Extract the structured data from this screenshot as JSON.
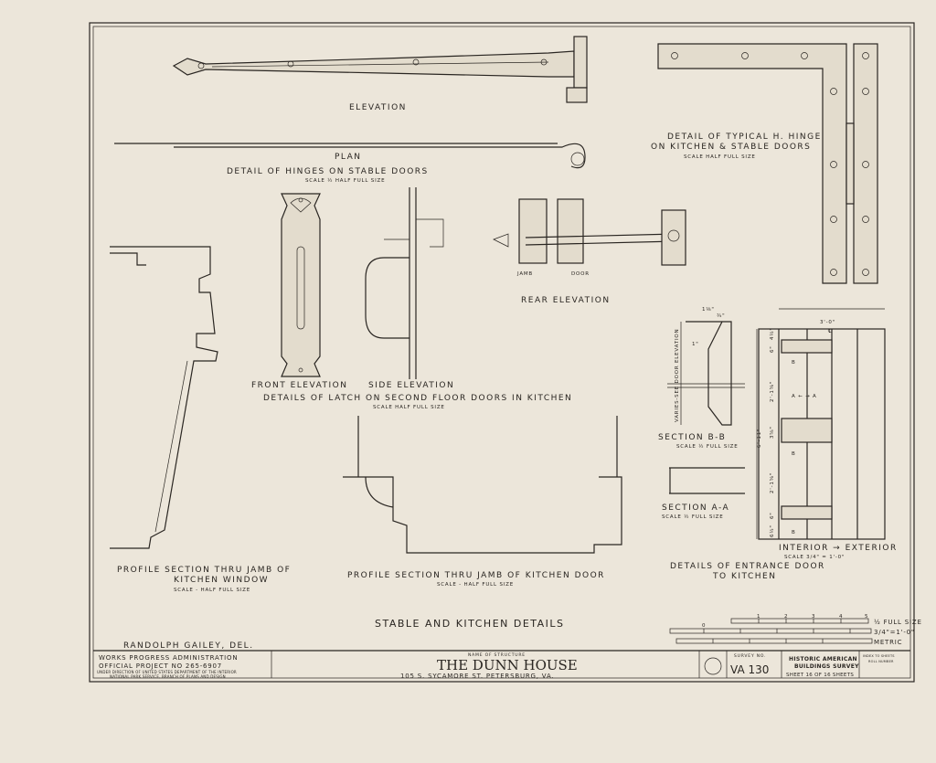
{
  "hinge_stable": {
    "elevation": "ELEVATION",
    "plan": "PLAN",
    "title": "DETAIL OF HINGES ON STABLE DOORS",
    "scale": "SCALE ½ HALF FULL SIZE"
  },
  "h_hinge": {
    "title1": "DETAIL OF TYPICAL H. HINGE",
    "title2": "ON KITCHEN & STABLE DOORS",
    "scale": "SCALE HALF FULL SIZE"
  },
  "latch": {
    "front": "FRONT ELEVATION",
    "side": "SIDE ELEVATION",
    "title": "DETAILS OF LATCH ON SECOND FLOOR DOORS IN KITCHEN",
    "scale": "SCALE HALF FULL SIZE",
    "jamb": "JAMB",
    "door": "DOOR",
    "rear": "REAR ELEVATION"
  },
  "entrance_door": {
    "section_bb": "SECTION B-B",
    "section_bb_scale": "SCALE ½ FULL SIZE",
    "section_aa": "SECTION A-A",
    "section_aa_scale": "SCALE ½ FULL SIZE",
    "varies": "VARIES-SEE DOOR ELEVATION",
    "dim_width": "3'-0\"",
    "dim_height": "6'-11\"",
    "dim_1_1_8": "1⅛\"",
    "dim_3_4": "¾\"",
    "dim_1": "1\"",
    "dims_vertical": [
      "4½\"",
      "6\"",
      "2'-1⅝\"",
      "3⅝\"",
      "2'-1⅝\"",
      "6\"",
      "6½\""
    ],
    "cl": "℄",
    "aa_marker": "A ←  → A",
    "b_marker": "B",
    "interior_exterior": "INTERIOR → EXTERIOR",
    "scale": "SCALE 3/4\" = 1'-0\"",
    "title1": "DETAILS OF ENTRANCE DOOR",
    "title2": "TO KITCHEN"
  },
  "window_profile": {
    "title1": "PROFILE SECTION THRU JAMB OF",
    "title2": "KITCHEN WINDOW",
    "scale": "SCALE - HALF FULL SIZE"
  },
  "door_profile": {
    "title": "PROFILE SECTION THRU JAMB OF KITCHEN DOOR",
    "scale": "SCALE - HALF FULL SIZE"
  },
  "sheet_title": "STABLE AND KITCHEN DETAILS",
  "delineator": "RANDOLPH GAILEY, DEL.",
  "scales": {
    "half_full": "½ FULL SIZE",
    "three_quarter": "3/4\"=1'-0\"",
    "metric": "METRIC",
    "ticks": [
      "0",
      "1",
      "2",
      "3",
      "4",
      "5"
    ]
  },
  "title_block": {
    "wpa1": "WORKS PROGRESS ADMINISTRATION",
    "wpa2": "OFFICIAL PROJECT NO 265-6907",
    "wpa3": "UNDER DIRECTION OF UNITED STATES DEPARTMENT OF THE INTERIOR",
    "wpa4": "NATIONAL PARK SERVICE, BRANCH OF PLANS AND DESIGN",
    "name_label": "NAME OF STRUCTURE",
    "name": "THE DUNN HOUSE",
    "address": "105 S. SYCAMORE ST. PETERSBURG, VA.",
    "survey_label": "SURVEY NO.",
    "survey_no": "VA 130",
    "habs1": "HISTORIC AMERICAN",
    "habs2": "BUILDINGS SURVEY",
    "sheet": "SHEET 16 OF 16 SHEETS",
    "index1": "INDEX TO SHEETS",
    "index2": "ROLL NUMBER"
  }
}
